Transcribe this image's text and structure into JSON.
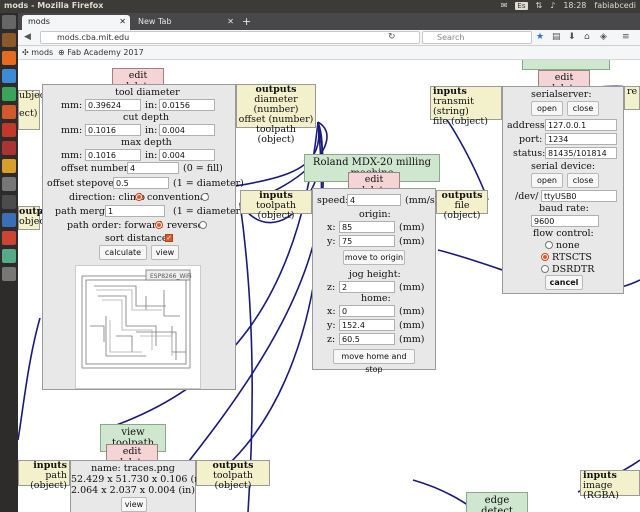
{
  "os": {
    "window_title": "mods - Mozilla Firefox",
    "keyboard": "Es",
    "clock": "18:28",
    "user": "fabiabcedi"
  },
  "browser": {
    "tabs": [
      {
        "label": "mods"
      },
      {
        "label": "New Tab"
      }
    ],
    "url": "mods.cba.mit.edu",
    "search_placeholder": "Search",
    "bookmarks": [
      {
        "label": "mods"
      },
      {
        "label": "Fab Academy 2017"
      }
    ]
  },
  "mill_raster": {
    "edit_delete": "edit delete",
    "outputs_title": "outputs",
    "outputs": [
      "diameter (number)",
      "offset (number)",
      "toolpath (object)"
    ],
    "tool_diameter_label": "tool diameter",
    "mm_label": "mm:",
    "in_label": "in:",
    "tool_mm": "0.39624",
    "tool_in": "0.0156",
    "cut_depth_label": "cut depth",
    "cut_mm": "0.1016",
    "cut_in": "0.004",
    "max_depth_label": "max depth",
    "max_mm": "0.1016",
    "max_in": "0.004",
    "offset_number_label": "offset number:",
    "offset_number": "4",
    "offset_number_hint": "(0 = fill)",
    "offset_stepover_label": "offset stepover:",
    "offset_stepover": "0.5",
    "offset_stepover_hint": "(1 = diameter)",
    "direction_label": "direction: climb",
    "conventional_label": "conventional",
    "path_merge_label": "path merge:",
    "path_merge": "1",
    "path_merge_hint": "(1 = diameter)",
    "path_order_label": "path order: forward",
    "reverse_label": "reverse",
    "sort_distance_label": "sort distance:",
    "calculate": "calculate",
    "view": "view"
  },
  "left_edge": {
    "io_top": "ubject)",
    "io_top2": "ect)",
    "io_mid_title": "outputs",
    "io_mid": "object)"
  },
  "roland": {
    "title": "Roland MDX-20 milling machine",
    "edit_delete": "edit delete",
    "inputs_title": "inputs",
    "inputs": [
      "toolpath (object)"
    ],
    "outputs_title": "outputs",
    "outputs": [
      "file (object)"
    ],
    "speed_label": "speed:",
    "speed": "4",
    "speed_unit": "(mm/s)",
    "origin_label": "origin:",
    "x_label": "x:",
    "y_label": "y:",
    "z_label": "z:",
    "mm_unit": "(mm)",
    "origin_x": "85",
    "origin_y": "75",
    "move_to_origin": "move to origin",
    "jog_height_label": "jog height:",
    "jog_z": "2",
    "home_label": "home:",
    "home_x": "0",
    "home_y": "152.4",
    "home_z": "60.5",
    "move_home": "move home and stop"
  },
  "serial": {
    "edit_delete": "edit delete",
    "inputs_title": "inputs",
    "inputs": [
      "transmit (string)",
      "file (object)"
    ],
    "serialserver_label": "serialserver:",
    "open": "open",
    "close": "close",
    "address_label": "address:",
    "address": "127.0.0.1",
    "port_label": "port:",
    "port": "1234",
    "status_label": "status:",
    "status": "81435/101814",
    "serial_device_label": "serial device:",
    "dev_label": "/dev/",
    "dev": "ttyUSB0",
    "baud_label": "baud rate:",
    "baud": "9600",
    "flow_label": "flow control:",
    "flow_none": "none",
    "flow_rtscts": "RTSCTS",
    "flow_dsrdtr": "DSRDTR",
    "cancel": "cancel",
    "right_edge": "re"
  },
  "view_toolpath": {
    "title": "view toolpath",
    "edit_delete": "edit delete",
    "inputs_title": "inputs",
    "inputs": [
      "path (object)"
    ],
    "outputs_title": "outputs",
    "outputs": [
      "toolpath (object)"
    ],
    "name": "name: traces.png",
    "size_mm": "52.429 x 51.730 x 0.106 (mm)",
    "size_in": "2.064 x 2.037 x 0.004 (in)",
    "view": "view"
  },
  "edge_detect": {
    "title": "edge detect"
  },
  "image_input": {
    "inputs_title": "inputs",
    "inputs": [
      "image (RGBA)"
    ]
  },
  "toolpath_preview_label": "ESP8266_WiFi"
}
